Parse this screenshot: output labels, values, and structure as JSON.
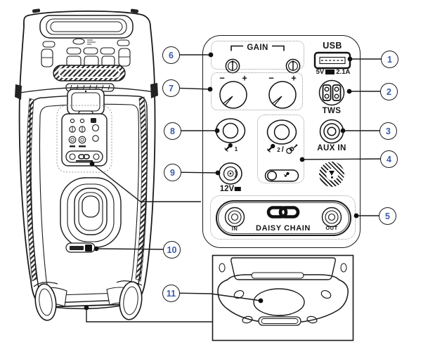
{
  "diagram": {
    "description": "Party speaker rear connector panel callout diagram",
    "colors": {
      "line": "#1a1a1a",
      "callout_number": "#3a5ba9",
      "dashed_outline": "#9a9a9a"
    }
  },
  "callouts": [
    {
      "label": "1",
      "target": "usb-port"
    },
    {
      "label": "2",
      "target": "tws-button"
    },
    {
      "label": "3",
      "target": "aux-in-jack"
    },
    {
      "label": "4",
      "target": "mic2-guitar-input-group"
    },
    {
      "label": "5",
      "target": "daisy-chain-ports"
    },
    {
      "label": "6",
      "target": "gain-trimmers"
    },
    {
      "label": "7",
      "target": "gain-knobs"
    },
    {
      "label": "8",
      "target": "mic1-jack"
    },
    {
      "label": "9",
      "target": "dc-12v-input"
    },
    {
      "label": "10",
      "target": "model-badge"
    },
    {
      "label": "11",
      "target": "bottom-pole-mount"
    }
  ],
  "panel": {
    "gain": {
      "label": "GAIN",
      "minus": "−",
      "plus": "+"
    },
    "usb": {
      "label": "USB",
      "voltage": "5V",
      "current": "2.1A"
    },
    "tws": {
      "label": "TWS"
    },
    "mic1": {
      "index": "1"
    },
    "mic2_guitar": {
      "index": "2",
      "separator": "/"
    },
    "aux_in": {
      "label": "AUX IN"
    },
    "dc_in": {
      "label": "12V"
    },
    "daisy_chain": {
      "label": "DAISY CHAIN",
      "in_label": "IN",
      "out_label": "OUT"
    }
  },
  "icons": {
    "trimmer": "screwdriver-trim-pot",
    "knob": "rotary-level-knob",
    "usb": "usb-a-port",
    "tws": "tws-pairing-connector",
    "mic_jack": "6.35mm-jack",
    "aux_jack": "3.5mm-jack",
    "dc_jack": "dc-barrel-jack",
    "warning": "hatched-warning-mark",
    "chain": "daisy-chain-links",
    "mic": "microphone",
    "guitar": "guitar",
    "toggle": "mic-mode-toggle"
  }
}
